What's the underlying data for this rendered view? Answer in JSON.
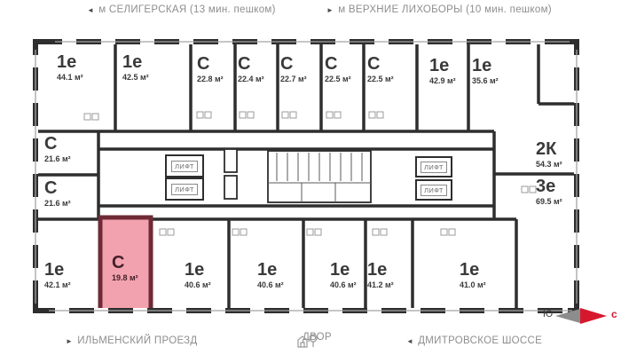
{
  "header": {
    "left": {
      "arrow": "◄",
      "label": "м СЕЛИГЕРСКАЯ (13 мин. пешком)"
    },
    "right": {
      "arrow": "►",
      "label": "м ВЕРХНИЕ ЛИХОБОРЫ (10 мин. пешком)"
    }
  },
  "footer": {
    "street_left": {
      "arrow": "►",
      "label": "ИЛЬМЕНСКИЙ ПРОЕЗД"
    },
    "courtyard": {
      "label": "ДВОР"
    },
    "street_right": {
      "arrow": "◄",
      "label": "ДМИТРОВСКОЕ ШОССЕ"
    }
  },
  "compass": {
    "south": "Ю",
    "north": "с",
    "south_color": "#8d8d8d",
    "north_color": "#d6182e"
  },
  "plan": {
    "elevator_label": "ЛИФТ",
    "wall_color": "#2e2e2e",
    "highlight_color": "#f2a2ae",
    "highlight_wall_color": "#6e2b36",
    "units": [
      {
        "type": "1е",
        "area": "44.1 м²",
        "highlighted": false
      },
      {
        "type": "1е",
        "area": "42.5 м²",
        "highlighted": false
      },
      {
        "type": "С",
        "area": "22.8 м²",
        "highlighted": false
      },
      {
        "type": "С",
        "area": "22.4 м²",
        "highlighted": false
      },
      {
        "type": "С",
        "area": "22.7 м²",
        "highlighted": false
      },
      {
        "type": "С",
        "area": "22.5 м²",
        "highlighted": false
      },
      {
        "type": "С",
        "area": "22.5 м²",
        "highlighted": false
      },
      {
        "type": "1е",
        "area": "42.9 м²",
        "highlighted": false
      },
      {
        "type": "1е",
        "area": "35.6 м²",
        "highlighted": false
      },
      {
        "type": "2К",
        "area": "54.3 м²",
        "highlighted": false
      },
      {
        "type": "3е",
        "area": "69.5 м²",
        "highlighted": false
      },
      {
        "type": "С",
        "area": "21.6 м²",
        "highlighted": false
      },
      {
        "type": "С",
        "area": "21.6 м²",
        "highlighted": false
      },
      {
        "type": "С",
        "area": "19.8 м²",
        "highlighted": true
      },
      {
        "type": "1е",
        "area": "42.1 м²",
        "highlighted": false
      },
      {
        "type": "1е",
        "area": "40.6 м²",
        "highlighted": false
      },
      {
        "type": "1е",
        "area": "40.6 м²",
        "highlighted": false
      },
      {
        "type": "1е",
        "area": "40.6 м²",
        "highlighted": false
      },
      {
        "type": "1е",
        "area": "41.2 м²",
        "highlighted": false
      },
      {
        "type": "1е",
        "area": "41.0 м²",
        "highlighted": false
      }
    ]
  }
}
